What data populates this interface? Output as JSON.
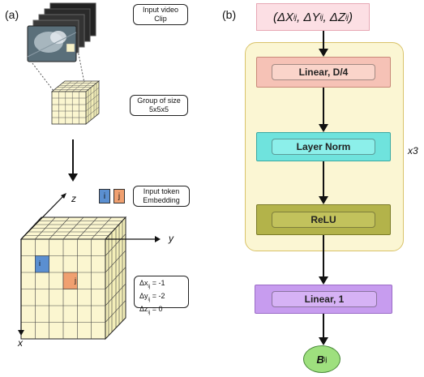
{
  "panel_a": {
    "label": "(a)",
    "input_clip_label_line1": "Input video",
    "input_clip_label_line2": "Clip",
    "group_label_line1": "Group of size",
    "group_label_line2": "5x5x5",
    "token_i": "i",
    "token_j": "j",
    "token_label_line1": "Input token",
    "token_label_line2": "Embedding",
    "axis_x": "x",
    "axis_y": "y",
    "axis_z": "z",
    "cube_i": "i",
    "cube_j": "j",
    "disp_x": "Δx",
    "disp_x_sub": "ij",
    "disp_x_val": " = -1",
    "disp_y": "Δy",
    "disp_y_sub": "ij",
    "disp_y_val": " = -2",
    "disp_z": "Δz",
    "disp_z_sub": "ij",
    "disp_z_val": " = 0"
  },
  "panel_b": {
    "label": "(b)",
    "input_formula": "(ΔXᵢⱼ, ΔYᵢⱼ, ΔZᵢⱼ)",
    "in_dx": "ΔX",
    "in_dy": "ΔY",
    "in_dz": "ΔZ",
    "in_sub": "ij",
    "linear_d4": "Linear, D/4",
    "layer_norm": "Layer Norm",
    "relu": "ReLU",
    "repeat": "x3",
    "linear_1": "Linear, 1",
    "output_main": "B",
    "output_sub": "ij"
  },
  "colors": {
    "token_i": "#5b8fd1",
    "token_j": "#f0a070",
    "grid_fill": "#fbf6d0",
    "input_pink": "#fcdfe4",
    "container": "#fbf6d3",
    "linear_pink": "#f6c2b6",
    "layernorm_teal": "#6fe3dd",
    "relu_olive": "#b3b34a",
    "linear1_purple": "#c79cef",
    "output_green": "#9ee07e"
  }
}
